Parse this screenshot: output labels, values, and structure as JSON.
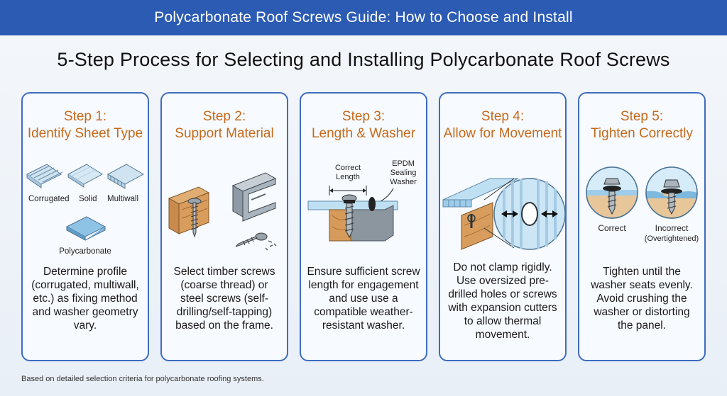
{
  "header": {
    "title": "Polycarbonate Roof Screws Guide: How to Choose and Install"
  },
  "main_title": "5-Step Process for Selecting and Installing Polycarbonate Roof Screws",
  "steps": [
    {
      "number": "Step 1:",
      "name": "Identify Sheet Type",
      "labels": {
        "corrugated": "Corrugated",
        "solid": "Solid",
        "multiwall": "Multiwall",
        "polycarbonate": "Polycarbonate"
      },
      "description": "Determine profile (corrugated, multiwall, etc.) as fixing method and washer geometry vary."
    },
    {
      "number": "Step 2:",
      "name": "Support Material",
      "description": "Select timber screws (coarse thread) or steel screws (self-drilling/self-tapping) based on the frame."
    },
    {
      "number": "Step 3:",
      "name": "Length & Washer",
      "labels": {
        "correct_length": "Correct Length",
        "washer": "EPDM Sealing Washer"
      },
      "description": "Ensure sufficient screw length for engagement and use use a compatible weather-resistant washer."
    },
    {
      "number": "Step 4:",
      "name": "Allow for Movement",
      "description": "Do not clamp rigidly. Use oversized pre-drilled holes or screws with expansion cutters to allow thermal movement."
    },
    {
      "number": "Step 5:",
      "name": "Tighten Correctly",
      "labels": {
        "correct": "Correct",
        "incorrect": "Incorrect",
        "incorrect_note": "(Overtightened)"
      },
      "description": "Tighten until the washer seats evenly. Avoid crushing the washer or distorting the panel."
    }
  ],
  "footer": "Based on detailed selection criteria for polycarbonate roofing systems."
}
